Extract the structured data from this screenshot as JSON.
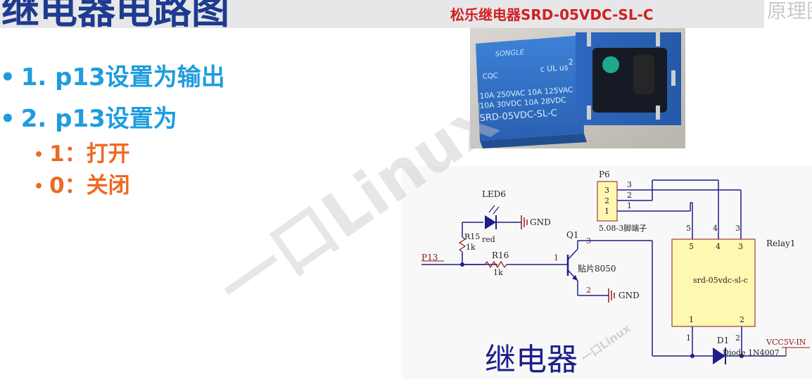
{
  "slide": {
    "title": "继电器电路图",
    "relay_model_title": "松乐继电器SRD-05VDC-SL-C",
    "corner_text": "原理图"
  },
  "bullets": [
    {
      "text": "1. p13设置为输出"
    },
    {
      "text": "2. p13设置为"
    }
  ],
  "sub_bullets": [
    {
      "text": "1：打开"
    },
    {
      "text": "0：关闭"
    }
  ],
  "photo": {
    "brand": "SONGLE",
    "cert_cqc": "CQC",
    "rating_1": "10A 250VAC  10A 125VAC",
    "rating_2": "10A 30VDC   10A 28VDC",
    "model": "SRD-05VDC-SL-C",
    "ul_text": "c UL us",
    "badge_num": "2"
  },
  "schematic": {
    "caption": "继电器",
    "led_label": "LED6",
    "led_color": "red",
    "gnd_label": "GND",
    "r15_label": "R15",
    "r15_value": "1k",
    "r16_label": "R16",
    "r16_value": "1k",
    "p13_label": "P13",
    "q1_label": "Q1",
    "q1_type": "贴片8050",
    "q1_pin1": "1",
    "q1_pin2": "2",
    "q1_pin3": "3",
    "p6_label": "P6",
    "p6_pins": [
      "3",
      "2",
      "1"
    ],
    "p6_desc": "5.08-3脚端子",
    "p6_wire_labels": [
      "3",
      "2",
      "1"
    ],
    "relay_label": "Relay1",
    "relay_part": "srd-05vdc-sl-c",
    "relay_top_pins": [
      "5",
      "4",
      "3"
    ],
    "relay_bottom_pins": [
      "1",
      "2"
    ],
    "d1_label": "D1",
    "d1_part": "Diode 1N4007",
    "vcc_label": "VCC5V-IN"
  },
  "watermark": {
    "text": "一口Linux"
  },
  "colors": {
    "title_blue": "#1d3b8f",
    "bullet_blue": "#1f9cde",
    "bullet_orange": "#ec6a22",
    "relay_title_red": "#d02020",
    "wire_blue": "#1e1e8a",
    "component_red": "#8b1a1a",
    "part_yellow": "#fff8b0",
    "relay_photo_blue": "#2f6fc8"
  }
}
